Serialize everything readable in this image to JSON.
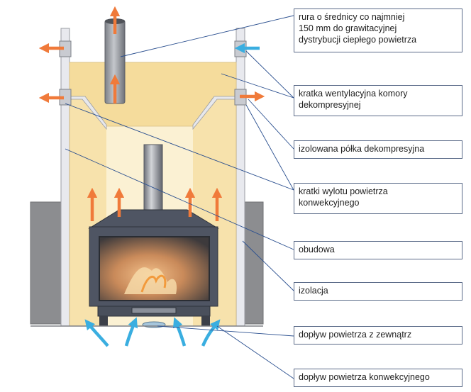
{
  "labels": {
    "pipe": "rura o średnicy co najmniej\n150 mm do grawitacyjnej\ndystrybucji ciepłego powietrza",
    "vent_grille": "kratka wentylacyjna komory\ndekompresyjnej",
    "shelf": "izolowana półka dekompresyjna",
    "outlet_grilles": "kratki wylotu powietrza\nkonwekcyjnego",
    "casing": "obudowa",
    "insulation": "izolacja",
    "outside_air": "dopływ powietrza z zewnątrz",
    "convection_air": "dopływ powietrza konwekcyjnego"
  },
  "colors": {
    "hot_air_arrow": "#f07a3a",
    "cold_air_arrow": "#3aaee0",
    "insulation_fill": "#f7e2ac",
    "casing_fill": "#e8e9ee",
    "masonry_fill": "#8c8d90",
    "stove_fill": "#4f5563",
    "leader_line": "#2a4f8f"
  }
}
